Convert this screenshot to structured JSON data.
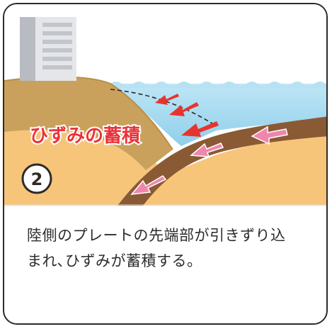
{
  "diagram": {
    "label_strain": "ひずみの蓄積",
    "step_number": "2",
    "colors": {
      "sea": "#9fd6ee",
      "land": "#c9a15c",
      "sand": "#f6c57a",
      "plate": "#8a5a34",
      "arrow_pink": "#ef86ac",
      "arrow_red": "#e8342e",
      "label_red": "#e8343a"
    }
  },
  "caption": {
    "line1": "陸側のプレートの先端部が引きずり込",
    "line2": "まれ､ひずみが蓄積する。"
  }
}
